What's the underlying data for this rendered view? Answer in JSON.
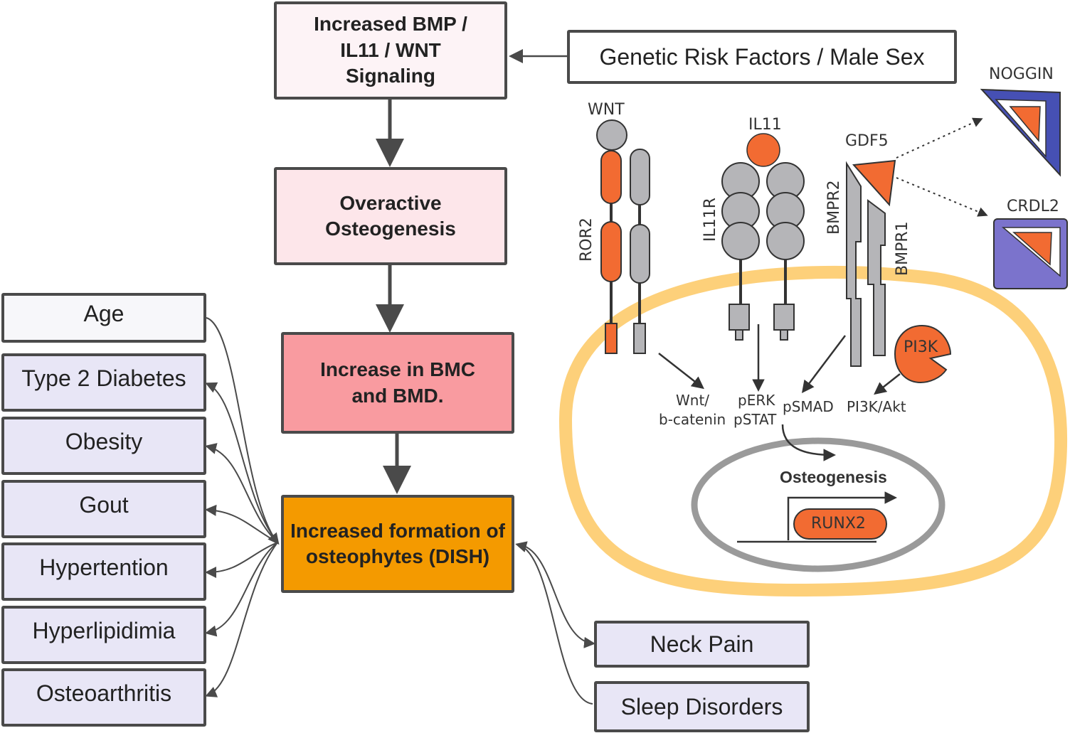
{
  "flow": {
    "signaling": "Increased BMP / IL11 / WNT Signaling",
    "osteogenesis": "Overactive Osteogenesis",
    "bmc": "Increase in BMC and BMD.",
    "dish": "Increased formation of osteophytes (DISH)"
  },
  "genetic": "Genetic Risk Factors / Male Sex",
  "risk_factors": [
    "Age",
    "Type 2 Diabetes",
    "Obesity",
    "Gout",
    "Hypertention",
    "Hyperlipidimia",
    "Osteoarthritis"
  ],
  "outcomes": [
    "Neck Pain",
    "Sleep Disorders"
  ],
  "pathway": {
    "wnt": "WNT",
    "ror2": "ROR2",
    "il11": "IL11",
    "il11r": "IL11R",
    "gdf5": "GDF5",
    "bmpr2": "BMPR2",
    "bmpr1": "BMPR1",
    "noggin": "NOGGIN",
    "crdl2": "CRDL2",
    "pi3k": "PI3K",
    "wnt_bcat_1": "Wnt/",
    "wnt_bcat_2": "b-catenin",
    "perk": "pERK",
    "pstat": "pSTAT",
    "psmad": "pSMAD",
    "pi3k_akt": "PI3K/Akt",
    "osteogenesis": "Osteogenesis",
    "runx2": "RUNX2"
  },
  "colors": {
    "orange": "#f26b32",
    "gray": "#b5b5b8",
    "membrane": "#fdd07a",
    "dish": "#f49a00",
    "bmc": "#f99ba0",
    "noggin": "#4650b4",
    "crdl2": "#7b73cc"
  }
}
